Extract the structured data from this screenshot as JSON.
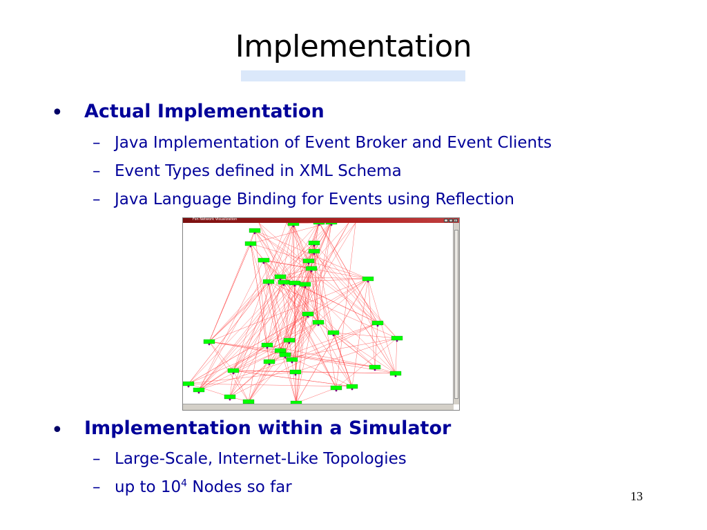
{
  "slide": {
    "title": "Implementation",
    "page_number": "13"
  },
  "bullets": [
    {
      "label": "Actual Implementation",
      "subs": [
        "Java Implementation of Event Broker and Event Clients",
        "Event Types defined in XML Schema",
        "Java Language Binding for Events using Reflection"
      ]
    },
    {
      "label": "Implementation within a Simulator",
      "subs": [
        "Large-Scale, Internet-Like Topologies"
      ],
      "last_sub": {
        "prefix": "up to 10",
        "exponent": "4",
        "suffix": " Nodes so far"
      }
    }
  ],
  "bullet_glyph": "•",
  "dash_glyph": "–",
  "window": {
    "title": "Fsn Network Visualization",
    "buttons": [
      "_",
      "□",
      "×"
    ]
  },
  "colors": {
    "text_blue": "#000099",
    "node_green": "#00ff00",
    "edge_red": "#ff4040",
    "node_marker": "#800080"
  }
}
